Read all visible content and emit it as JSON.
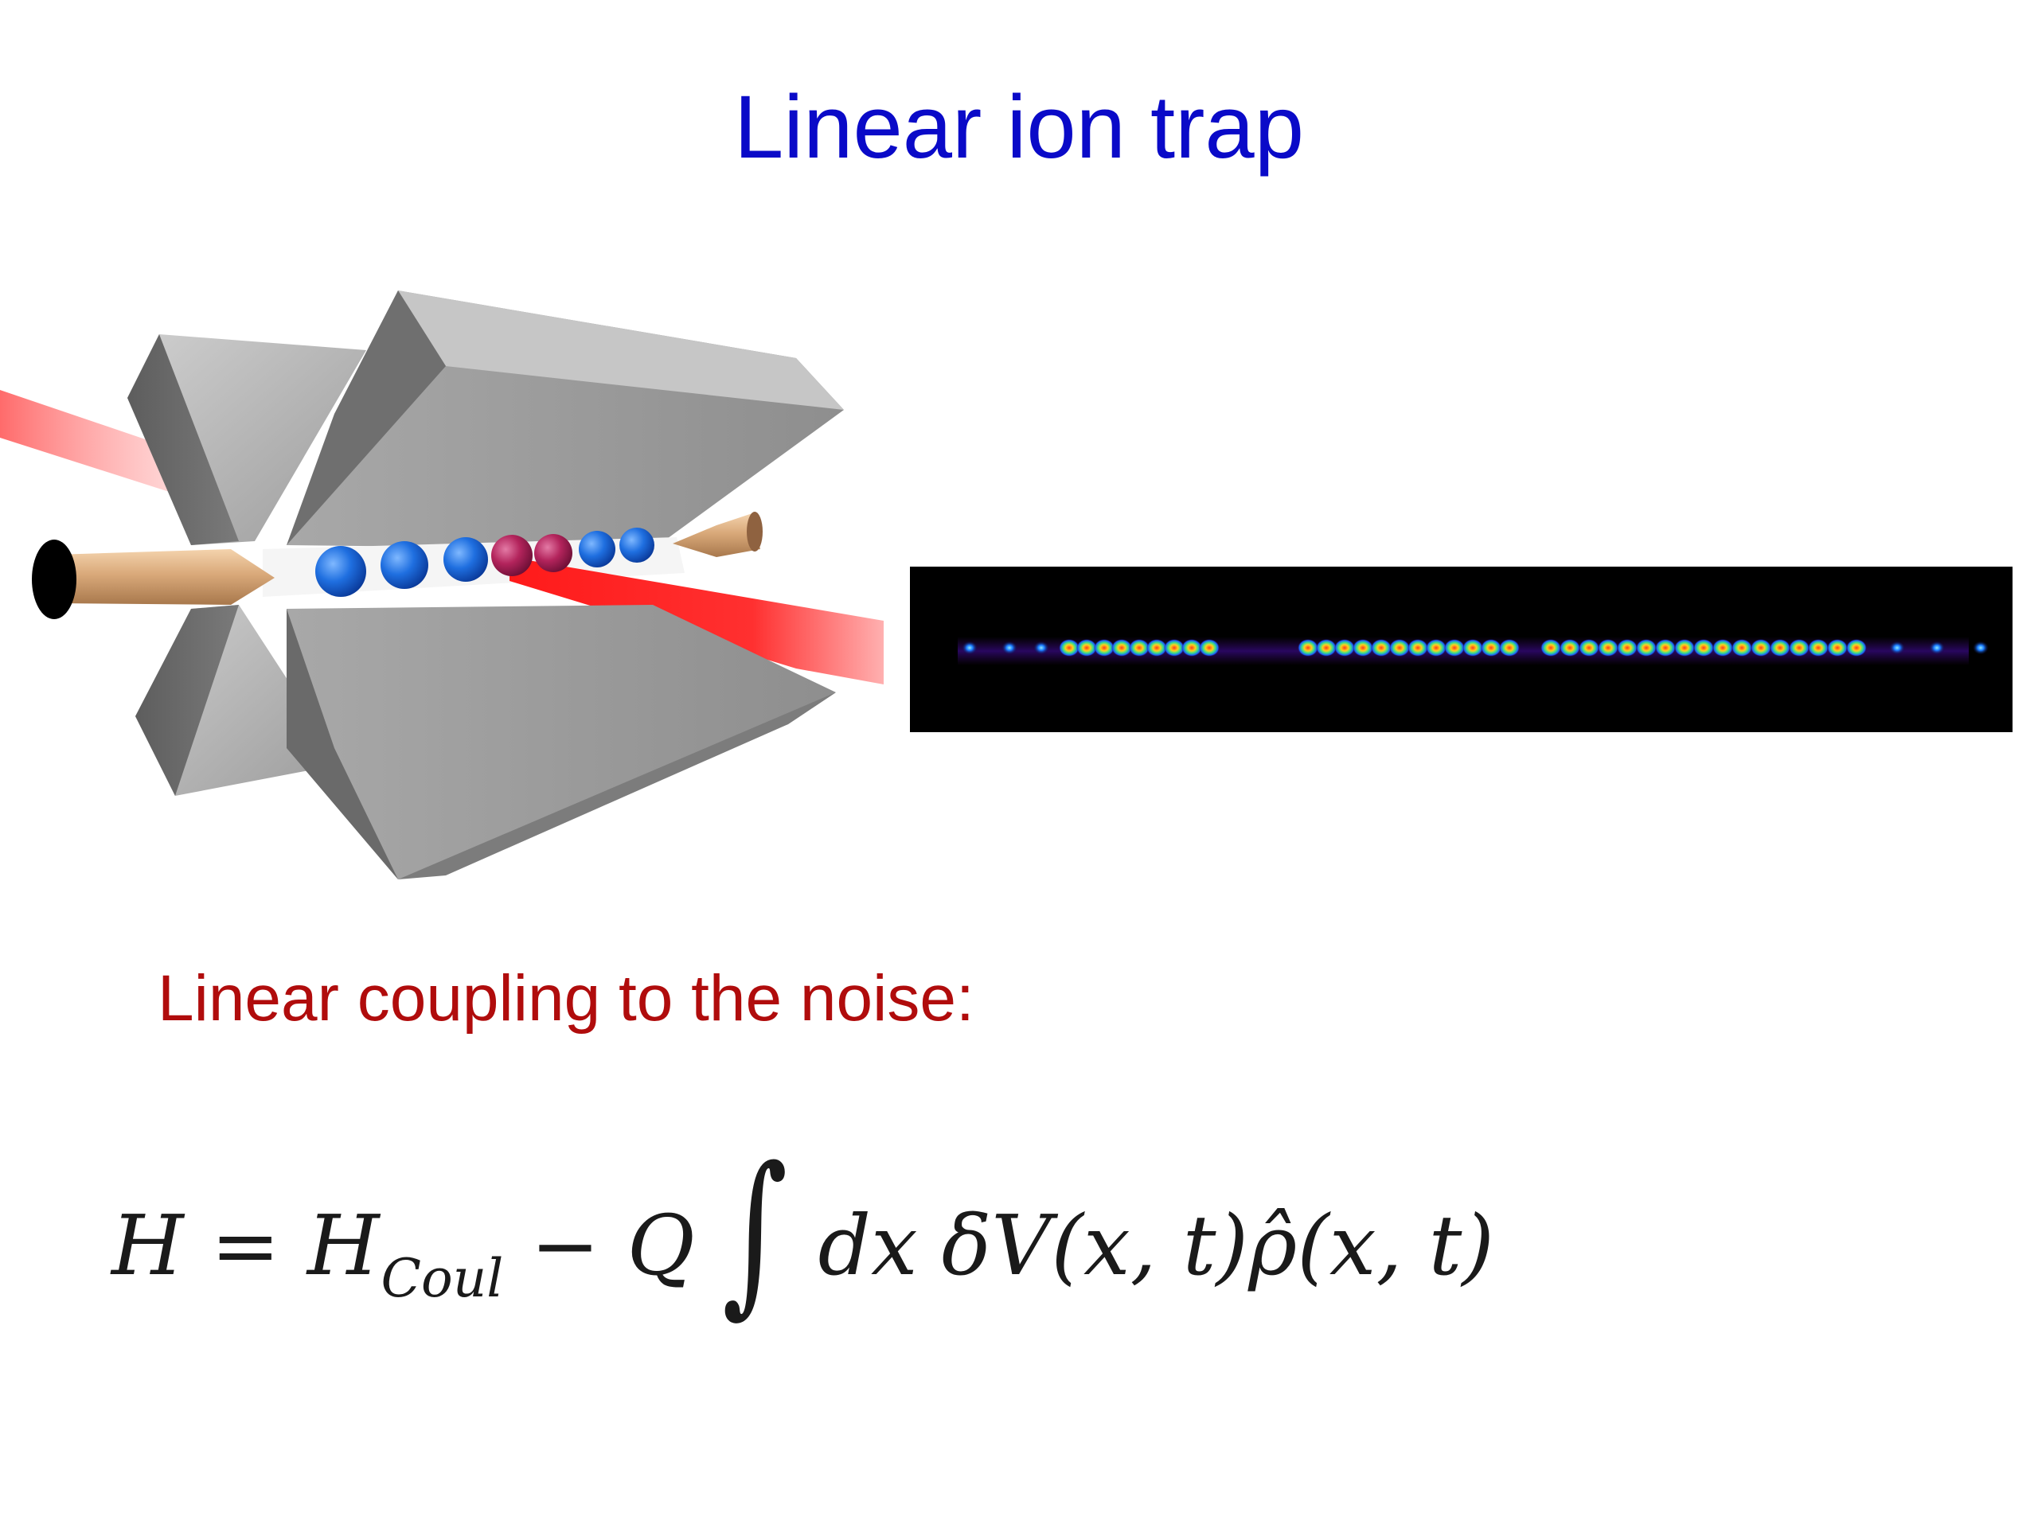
{
  "slide": {
    "title": "Linear ion trap",
    "subtitle": "Linear coupling to the noise:"
  },
  "illustration": {
    "description_icon": "linear-paul-trap-icon",
    "ion_count": 7,
    "ion_colors": [
      "#1f6fe0",
      "#1f6fe0",
      "#1f6fe0",
      "#b3245c",
      "#b3245c",
      "#1f6fe0",
      "#1f6fe0"
    ],
    "laser_color": "#ff2a2a",
    "electrode_color": "#9a9a9a",
    "endcap_color": "#d9a97a"
  },
  "fluorescence": {
    "background": "#000000",
    "ion_count_left_group": 9,
    "ion_count_middle_group": 12,
    "ion_count_right_group": 17
  },
  "equation": {
    "lhs": "H",
    "equals": "=",
    "h_coul": "H",
    "h_coul_sub": "Coul",
    "minus": "−",
    "charge": "Q",
    "integral": "∫",
    "differential": "dx",
    "delta_v": "δV",
    "args1": "(x, t)",
    "rho_hat": "ρ̂",
    "args2": "(x, t)"
  }
}
